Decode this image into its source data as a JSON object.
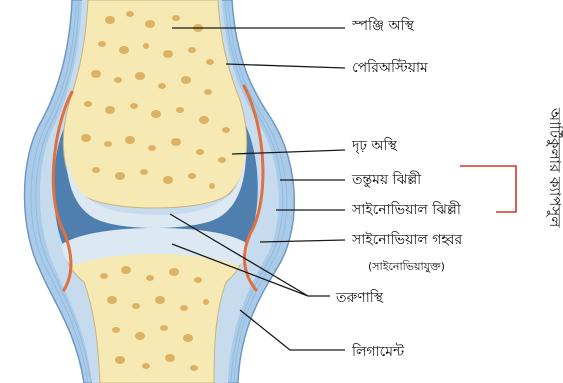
{
  "labels": {
    "spongy_bone": "স্পঞ্জি অস্থি",
    "periosteum": "পেরিঅস্টিয়াম",
    "compact_bone": "দৃঢ় অস্থি",
    "fibrous_membrane": "তন্তুময় ঝিল্লী",
    "synovial_membrane": "সাইনোভিয়াল ঝিল্লী",
    "synovial_cavity": "সাইনোভিয়াল গহ্বর",
    "synovial_cavity_note": "(সাইনোভিয়াযুক্ত)",
    "cartilage": "তরুণাস্থি",
    "ligament": "লিগামেন্ট",
    "articular_capsule": "আর্টিকুলার ক্যাপসুল"
  },
  "colors": {
    "bone_fill": "#f6e9b4",
    "bone_pores": "#d9a955",
    "capsule_blue": "#7faad3",
    "ligament_blue": "#a9cbe8",
    "cavity_blue": "#4f7fae",
    "cartilage": "#dde9f2",
    "synovial_membrane": "#e0703f",
    "bracket": "#d9322b"
  }
}
